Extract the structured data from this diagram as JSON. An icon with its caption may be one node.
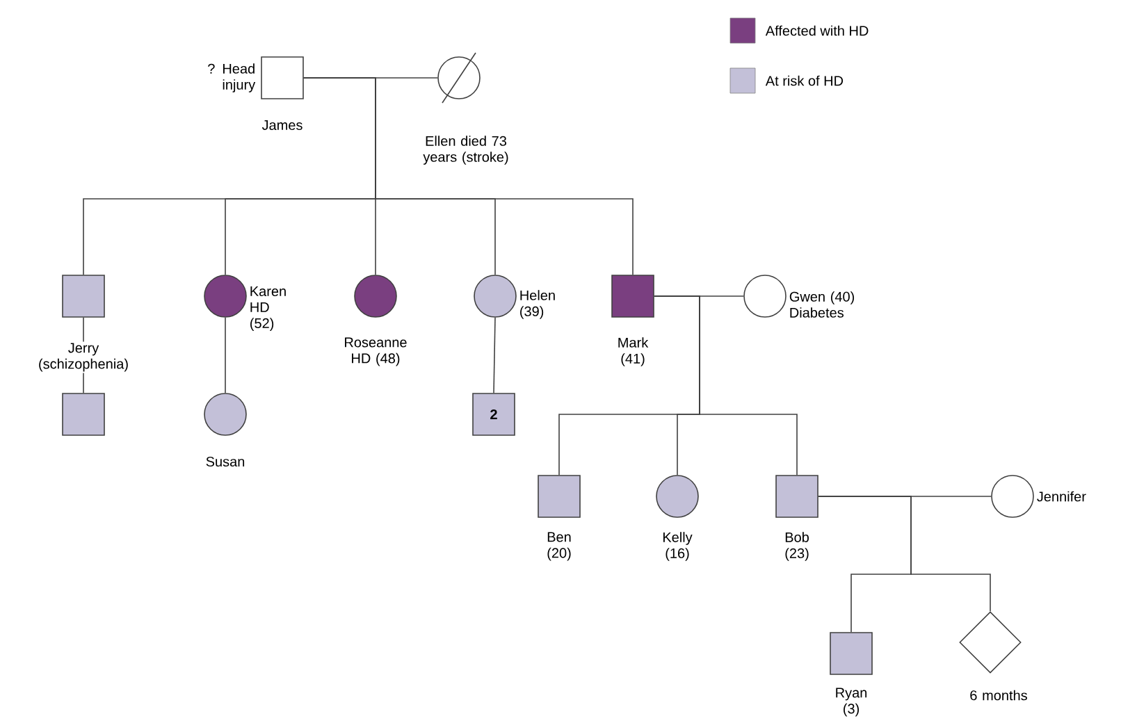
{
  "diagram": {
    "nodes": [
      {
        "text": [],
        "shape": "box",
        "beside": [
          "? Head injury",
          "James"
        ]
      },
      {
        "text": [],
        "shape": "circle",
        "beside": [
          "Ellen died 73 years (stroke)"
        ]
      },
      {
        "text": [],
        "shape": "box",
        "beside": [
          "Jerry (schizophenia)"
        ]
      },
      {
        "text": [],
        "shape": "circle",
        "beside": [
          "Karen HD (52)"
        ]
      },
      {
        "text": [],
        "shape": "circle",
        "beside": [
          "Roseanne HD (48)"
        ]
      },
      {
        "text": [],
        "shape": "circle",
        "beside": [
          "Helen (39)"
        ]
      },
      {
        "text": [],
        "shape": "box",
        "beside": [
          "Mark (41)"
        ]
      },
      {
        "text": [],
        "shape": "circle",
        "beside": [
          "Gwen (40) Diabetes"
        ]
      },
      {
        "text": [],
        "shape": "box"
      },
      {
        "text": [],
        "shape": "circle",
        "beside": [
          "Susan"
        ]
      },
      {
        "text": [
          "2"
        ]
      },
      {
        "text": [],
        "shape": "box",
        "beside": [
          "Ben (20)"
        ]
      },
      {
        "text": [],
        "shape": "circle",
        "beside": [
          "Kelly (16)"
        ]
      },
      {
        "text": [],
        "shape": "box",
        "beside": [
          "Bob (23)"
        ]
      },
      {
        "text": [],
        "shape": "circle",
        "beside": [
          "Jennifer"
        ]
      },
      {
        "text": [],
        "shape": "box",
        "beside": [
          "Ryan (3)"
        ]
      },
      {
        "text": [],
        "shape": "diamond",
        "beside": [
          "6 months"
        ]
      }
    ],
    "edges": [
      {
        "from": 0,
        "to": 1,
        "arrow": "none"
      },
      {
        "from": 0,
        "to": 2,
        "arrow": "none"
      },
      {
        "from": 0,
        "to": 3,
        "arrow": "none"
      },
      {
        "from": 0,
        "to": 4,
        "arrow": "none"
      },
      {
        "from": 0,
        "to": 5,
        "arrow": "none"
      },
      {
        "from": 0,
        "to": 6,
        "arrow": "none"
      },
      {
        "from": 2,
        "to": 8,
        "arrow": "none"
      },
      {
        "from": 3,
        "to": 9,
        "arrow": "none"
      },
      {
        "from": 5,
        "to": 10,
        "arrow": "none"
      },
      {
        "from": 6,
        "to": 7,
        "arrow": "none"
      },
      {
        "from": 6,
        "to": 11,
        "arrow": "none"
      },
      {
        "from": 6,
        "to": 12,
        "arrow": "none"
      },
      {
        "from": 6,
        "to": 13,
        "arrow": "none"
      },
      {
        "from": 13,
        "to": 14,
        "arrow": "none"
      },
      {
        "from": 13,
        "to": 15,
        "arrow": "none"
      },
      {
        "from": 13,
        "to": 16,
        "arrow": "none"
      }
    ],
    "legend": [
      {
        "text": "Affected with HD",
        "color": "#7a3f80"
      },
      {
        "text": "At risk of HD",
        "color": "#c3c0d8"
      }
    ]
  }
}
